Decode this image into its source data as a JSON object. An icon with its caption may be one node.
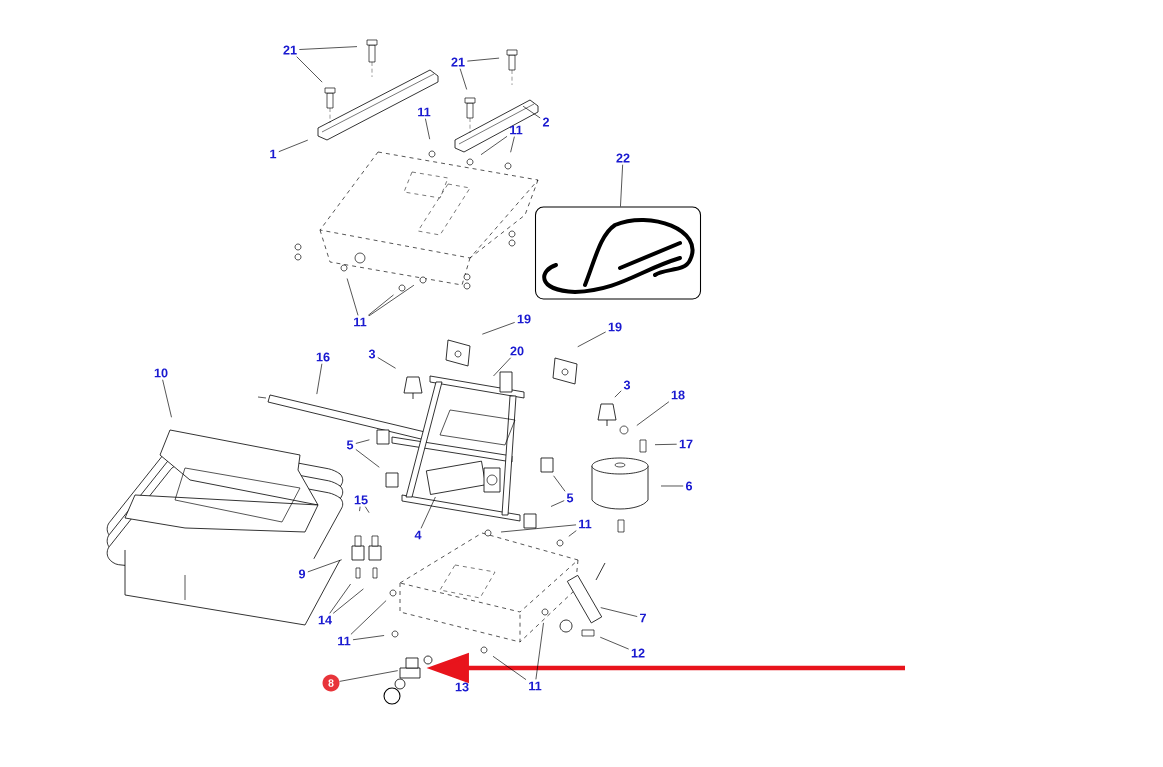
{
  "diagram": {
    "nodes": [
      {
        "text": [
          "21"
        ]
      },
      {
        "text": [
          "21"
        ]
      },
      {
        "text": [
          "1"
        ]
      },
      {
        "text": [
          "2"
        ]
      },
      {
        "text": [
          "11"
        ]
      },
      {
        "text": [
          "11"
        ]
      },
      {
        "text": [
          "11"
        ]
      },
      {
        "text": [
          "22"
        ]
      },
      {
        "text": [],
        "shape": "box"
      },
      {
        "text": [
          "19"
        ]
      },
      {
        "text": [
          "19"
        ]
      },
      {
        "text": [
          "16"
        ]
      },
      {
        "text": [
          "20"
        ]
      },
      {
        "text": [
          "3"
        ]
      },
      {
        "text": [
          "3"
        ]
      },
      {
        "text": [
          "10"
        ]
      },
      {
        "text": [
          "18"
        ]
      },
      {
        "text": [
          "17"
        ]
      },
      {
        "text": [
          "5"
        ]
      },
      {
        "text": [
          "5"
        ]
      },
      {
        "text": [
          "6"
        ]
      },
      {
        "text": [
          "15"
        ]
      },
      {
        "text": [
          "4"
        ]
      },
      {
        "text": [
          "11"
        ]
      },
      {
        "text": [
          "9"
        ]
      },
      {
        "text": [
          "14"
        ]
      },
      {
        "text": [
          "7"
        ]
      },
      {
        "text": [
          "11"
        ]
      },
      {
        "text": [
          "12"
        ]
      },
      {
        "text": [
          "8"
        ]
      },
      {
        "text": [],
        "shape": "picture"
      },
      {
        "text": [
          "11"
        ]
      }
    ],
    "edges": [
      {
        "from": 0,
        "to": null,
        "arrow": "none"
      },
      {
        "from": 0,
        "to": null,
        "arrow": "none"
      },
      {
        "from": 1,
        "to": null,
        "arrow": "none"
      },
      {
        "from": 1,
        "to": null,
        "arrow": "none"
      },
      {
        "from": 2,
        "to": null,
        "arrow": "none"
      },
      {
        "from": 3,
        "to": null,
        "arrow": "none"
      },
      {
        "from": 4,
        "to": null,
        "arrow": "none"
      },
      {
        "from": 5,
        "to": null,
        "arrow": "none"
      },
      {
        "from": 5,
        "to": null,
        "arrow": "none"
      },
      {
        "from": 6,
        "to": null,
        "arrow": "none"
      },
      {
        "from": 6,
        "to": null,
        "arrow": "none"
      },
      {
        "from": 6,
        "to": null,
        "arrow": "none"
      },
      {
        "from": 7,
        "to": 8,
        "arrow": "none"
      },
      {
        "from": 9,
        "to": null,
        "arrow": "none"
      },
      {
        "from": 10,
        "to": null,
        "arrow": "none"
      },
      {
        "from": 11,
        "to": null,
        "arrow": "none"
      },
      {
        "from": 12,
        "to": null,
        "arrow": "none"
      },
      {
        "from": 13,
        "to": null,
        "arrow": "none"
      },
      {
        "from": 14,
        "to": null,
        "arrow": "none"
      },
      {
        "from": 15,
        "to": null,
        "arrow": "none"
      },
      {
        "from": 16,
        "to": null,
        "arrow": "none"
      },
      {
        "from": 17,
        "to": null,
        "arrow": "none"
      },
      {
        "from": 18,
        "to": null,
        "arrow": "none"
      },
      {
        "from": 18,
        "to": null,
        "arrow": "none"
      },
      {
        "from": 19,
        "to": null,
        "arrow": "none"
      },
      {
        "from": 19,
        "to": null,
        "arrow": "none"
      },
      {
        "from": 20,
        "to": null,
        "arrow": "none"
      },
      {
        "from": 21,
        "to": null,
        "arrow": "none"
      },
      {
        "from": 21,
        "to": null,
        "arrow": "none"
      },
      {
        "from": 22,
        "to": null,
        "arrow": "none"
      },
      {
        "from": 23,
        "to": null,
        "arrow": "none"
      },
      {
        "from": 23,
        "to": null,
        "arrow": "none"
      },
      {
        "from": 24,
        "to": null,
        "arrow": "none"
      },
      {
        "from": 25,
        "to": null,
        "arrow": "none"
      },
      {
        "from": 25,
        "to": null,
        "arrow": "none"
      },
      {
        "from": 26,
        "to": null,
        "arrow": "none"
      },
      {
        "from": 27,
        "to": null,
        "arrow": "none"
      },
      {
        "from": 27,
        "to": null,
        "arrow": "none"
      },
      {
        "from": 28,
        "to": null,
        "arrow": "none"
      },
      {
        "from": 29,
        "to": 30,
        "arrow": "none"
      },
      {
        "from": null,
        "to": 30,
        "arrow": "to",
        "style": "thick",
        "color": "#e8141c"
      },
      {
        "from": 31,
        "to": null,
        "arrow": "none"
      },
      {
        "from": 31,
        "to": null,
        "arrow": "none"
      }
    ],
    "labels": [
      "13"
    ]
  }
}
